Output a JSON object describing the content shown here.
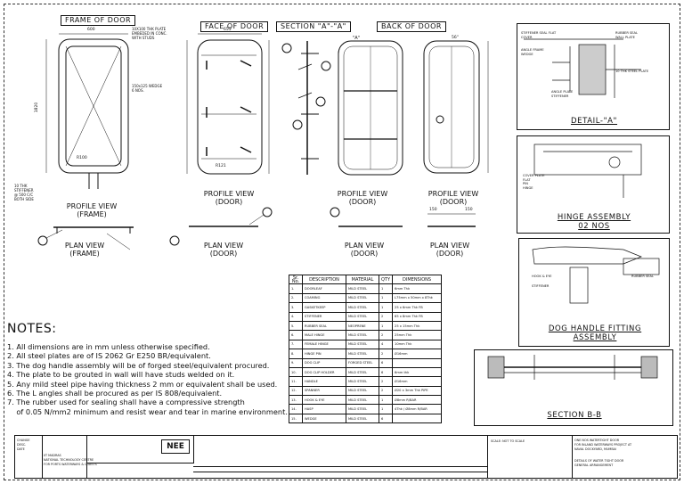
{
  "views": {
    "frame_of_door": "FRAME OF DOOR",
    "face_of_door": "FACE OF DOOR",
    "section_aa": "SECTION \"A\"-\"A\"",
    "back_of_door": "BACK OF DOOR",
    "profile_frame": [
      "PROFILE VIEW",
      "(FRAME)"
    ],
    "profile_door1": [
      "PROFILE VIEW",
      "(DOOR)"
    ],
    "profile_door2": [
      "PROFILE VIEW",
      "(DOOR)"
    ],
    "profile_door3": [
      "PROFILE VIEW",
      "(DOOR)"
    ],
    "plan_frame": [
      "PLAN VIEW",
      "(FRAME)"
    ],
    "plan_door1": [
      "PLAN VIEW",
      "(DOOR)"
    ],
    "plan_door2": [
      "PLAN VIEW",
      "(DOOR)"
    ],
    "plan_door3": [
      "PLAN VIEW",
      "(DOOR)"
    ]
  },
  "frame_annotations": {
    "stiffener": [
      "10 THK",
      "STIFFENER",
      "@ 500 C/C",
      "BOTH SIDE"
    ],
    "plate_embed": [
      "10X100 THK PLATE",
      "EMBEDED IN CONC.",
      "WITH STUDS"
    ],
    "wedge": [
      "150x125 WEDGE",
      "6 NOS."
    ],
    "dim_top": "600",
    "dim_side": "1820",
    "radius": "R100"
  },
  "door_annotations": {
    "face_width": "655",
    "back_width": "56\"",
    "radius": "R121",
    "a_mark": "\"A\"",
    "dims_150": [
      "150",
      "150"
    ]
  },
  "details": {
    "detail_a": "DETAIL-\"A\"",
    "hinge_assembly": [
      "HINGE ASSEMBLY",
      "02 NOS"
    ],
    "dog_handle": [
      "DOG HANDLE FITTING",
      "ASSEMBLY"
    ],
    "section_bb": "SECTION B-B",
    "detail_a_labels": [
      "STIFFENER SEAL FLAT",
      "RUBBER SEAL",
      "WALL PLATE",
      "COVER",
      "ANGLE FRAME",
      "WEDGE",
      "ANGLE PLATE",
      "STIFFENER",
      "10 THK STEEL PLATE"
    ],
    "hinge_labels": [
      "COVER PLATE",
      "FLAT",
      "PIN",
      "HINGE"
    ],
    "dog_labels": [
      "HOOK & EYE",
      "STIFFENER",
      "RUBBER SEAL"
    ]
  },
  "notes": {
    "heading": "NOTES:",
    "items": [
      "1. All dimensions are in mm unless otherwise specified.",
      "2. All steel plates are of IS 2062 Gr E250 BR/equivalent.",
      "3. The dog handle assembly will be of forged steel/equivalent procured.",
      "4. The plate to be grouted in wall will have studs welded on it.",
      "5. Any mild steel pipe having thickness 2 mm or equivalent shall be used.",
      "6. The L angles shall be procured as per IS 808/equivalent.",
      "7. The rubber used for sealing shall have a compressive strength",
      "    of 0.05 N/mm2 minimum and resist wear and tear in marine environment."
    ]
  },
  "parts_table": {
    "headers": [
      "Sr. No.",
      "DESCRIPTION",
      "MATERIAL",
      "QTY",
      "DIMENSIONS"
    ],
    "rows": [
      [
        "1.",
        "DOORLEAF",
        "MILD STEEL",
        "1",
        "6mm Thk"
      ],
      [
        "2.",
        "COAMING",
        "MILD STEEL",
        "1",
        "L75mm x 50mm x 8Thk"
      ],
      [
        "3.",
        "GASKETKEEP",
        "MILD STEEL",
        "1",
        "25 x 6mm Thk FB"
      ],
      [
        "4.",
        "STIFFENER",
        "MILD STEEL",
        "2",
        "65 x 8mm Thk FB"
      ],
      [
        "5.",
        "RUBBER SEAL",
        "NEOPRENE",
        "1",
        "25 x 15mm Thk"
      ],
      [
        "6.",
        "MALE HINGE",
        "MILD STEEL",
        "2",
        "25mm Thk"
      ],
      [
        "7.",
        "FEMALE HINGE",
        "MILD STEEL",
        "4",
        "10mm Thk"
      ],
      [
        "8.",
        "HINGE PIN",
        "MILD STEEL",
        "2",
        "Ø16mm"
      ],
      [
        "9.",
        "DOG CLIP",
        "FORGED STEEL",
        "6",
        ""
      ],
      [
        "10.",
        "DOG CLIP HOLDER",
        "MILD STEEL",
        "6",
        "6mm thk"
      ],
      [
        "11.",
        "HANDLE",
        "MILD STEEL",
        "2",
        "Ø16mm"
      ],
      [
        "12.",
        "SPANNER",
        "MILD STEEL",
        "2",
        "Ø20 x 3mm Thk PIPE"
      ],
      [
        "13.",
        "HOOK & EYE",
        "MILD STEEL",
        "1",
        "Ø8mm R/BAR"
      ],
      [
        "14.",
        "HASP",
        "MILD STEEL",
        "1",
        "4Thk / Ø8mm R/BAR"
      ],
      [
        "15.",
        "WEDGE",
        "MILD STEEL",
        "6",
        ""
      ]
    ]
  },
  "title_block": {
    "logo": "NEE",
    "left_block": [
      "CHANGE",
      "DESC.",
      "DATE"
    ],
    "org_text": [
      "IIT MADRAS",
      "NATIONAL TECHNOLOGY CENTRE",
      "FOR PORTS WATERWAYS & COASTS"
    ],
    "project": [
      "ONE NOS WATERTIGHT DOOR",
      "FOR INLAND WATERWAYS PROJECT AT",
      "NAVAL DOCKYARD, MUMBAI"
    ],
    "drawing_title": [
      "DETAILS OF WATER TIGHT DOOR",
      "GENERAL ARRANGEMENT"
    ],
    "scale_note": "SCALE: NOT TO SCALE"
  }
}
